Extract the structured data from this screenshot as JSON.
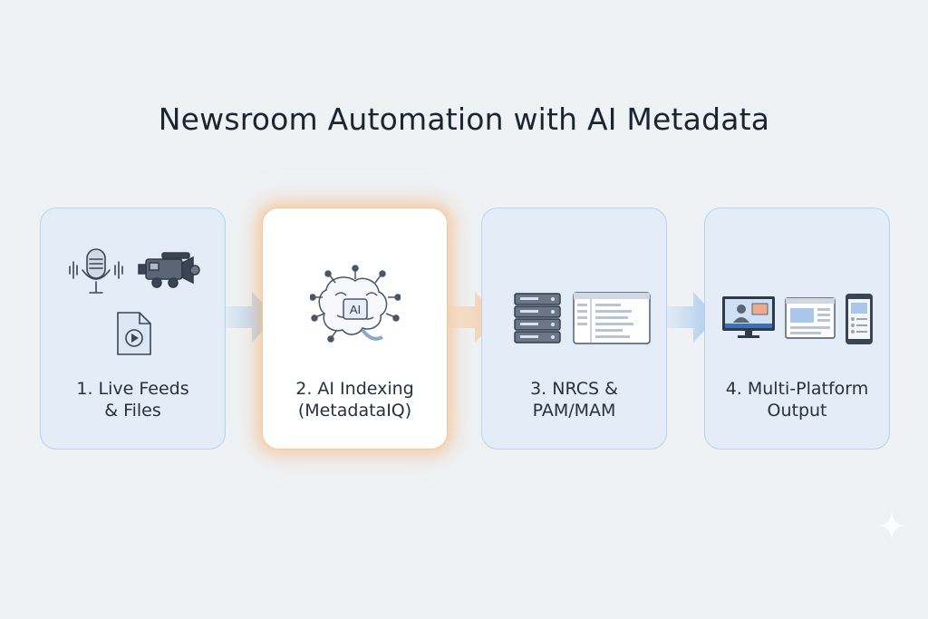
{
  "diagram": {
    "title": "Newsroom Automation with AI Metadata",
    "steps": [
      {
        "line1": "1. Live Feeds",
        "line2": "& Files",
        "icons": [
          "microphone-icon",
          "video-camera-icon",
          "video-file-icon"
        ]
      },
      {
        "line1": "2. AI Indexing",
        "line2": "(MetadataIQ)",
        "icons": [
          "ai-brain-icon"
        ],
        "badge": "AI",
        "highlighted": true
      },
      {
        "line1": "3. NRCS &",
        "line2": "PAM/MAM",
        "icons": [
          "server-stack-icon",
          "dashboard-window-icon"
        ]
      },
      {
        "line1": "4. Multi-Platform",
        "line2": "Output",
        "icons": [
          "tv-monitor-icon",
          "web-page-icon",
          "smartphone-icon"
        ]
      }
    ]
  },
  "colors": {
    "background": "#eef2f5",
    "card_fill": "#e3ecf7",
    "card_border": "#bcd1ec",
    "highlight_glow": "#f8b270",
    "arrow_blue": "#a9c9ee",
    "arrow_orange": "#f7c89c"
  }
}
